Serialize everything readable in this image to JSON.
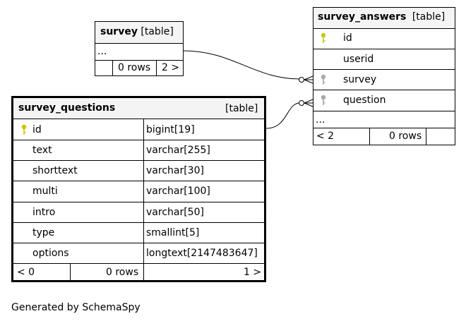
{
  "tables": {
    "survey": {
      "name": "survey",
      "type_label": "[table]",
      "ellipsis": "...",
      "rows_label": "0 rows",
      "children_label": "2 >"
    },
    "survey_answers": {
      "name": "survey_answers",
      "type_label": "[table]",
      "columns": [
        {
          "name": "id",
          "key": "primary"
        },
        {
          "name": "userid",
          "key": "none"
        },
        {
          "name": "survey",
          "key": "foreign"
        },
        {
          "name": "question",
          "key": "foreign"
        }
      ],
      "ellipsis": "...",
      "parents_label": "< 2",
      "rows_label": "0 rows"
    },
    "survey_questions": {
      "name": "survey_questions",
      "type_label": "[table]",
      "columns": [
        {
          "name": "id",
          "type": "bigint[19]",
          "key": "primary"
        },
        {
          "name": "text",
          "type": "varchar[255]",
          "key": "none"
        },
        {
          "name": "shorttext",
          "type": "varchar[30]",
          "key": "none"
        },
        {
          "name": "multi",
          "type": "varchar[100]",
          "key": "none"
        },
        {
          "name": "intro",
          "type": "varchar[50]",
          "key": "none"
        },
        {
          "name": "type",
          "type": "smallint[5]",
          "key": "none"
        },
        {
          "name": "options",
          "type": "longtext[2147483647]",
          "key": "none"
        }
      ],
      "parents_label": "< 0",
      "rows_label": "0 rows",
      "children_label": "1 >"
    }
  },
  "relationships": [
    {
      "from": "survey.survey",
      "to": "survey_answers.survey"
    },
    {
      "from": "survey_questions.id",
      "to": "survey_answers.question"
    }
  ],
  "colors": {
    "primary_key": "#c8c800",
    "foreign_key": "#a8a8a8",
    "header_bg": "#f4f4f4",
    "border": "#000000"
  },
  "footer": "Generated by SchemaSpy"
}
